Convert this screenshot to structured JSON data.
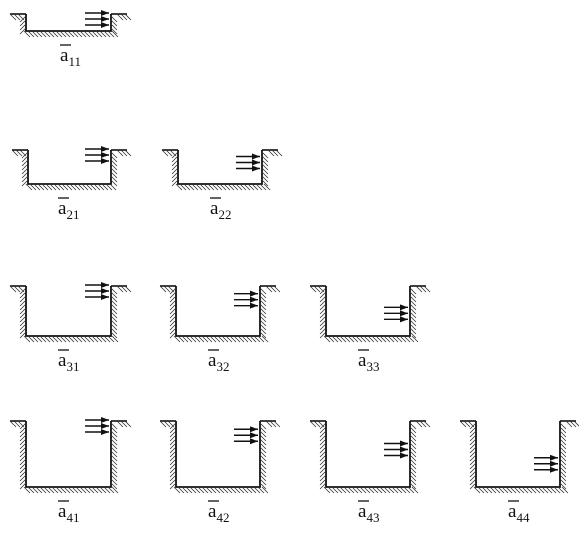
{
  "diagram": {
    "items": [
      {
        "label": "a",
        "sub": "11",
        "fraction": 1.0
      },
      {
        "label": "a",
        "sub": "21",
        "fraction": 1.0
      },
      {
        "label": "a",
        "sub": "22",
        "fraction": 0.5
      },
      {
        "label": "a",
        "sub": "31",
        "fraction": 1.0
      },
      {
        "label": "a",
        "sub": "32",
        "fraction": 0.6667
      },
      {
        "label": "a",
        "sub": "33",
        "fraction": 0.3333
      },
      {
        "label": "a",
        "sub": "41",
        "fraction": 1.0
      },
      {
        "label": "a",
        "sub": "42",
        "fraction": 0.75
      },
      {
        "label": "a",
        "sub": "43",
        "fraction": 0.5
      },
      {
        "label": "a",
        "sub": "44",
        "fraction": 0.25
      }
    ]
  }
}
